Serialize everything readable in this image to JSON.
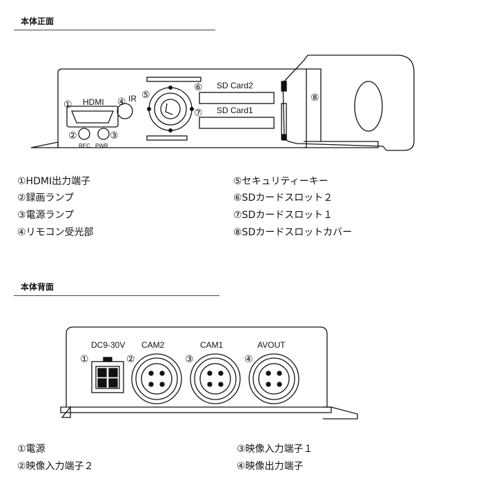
{
  "front": {
    "title": "本体正面",
    "labels": {
      "hdmi": "HDMI",
      "ir": "IR",
      "rec": "REC",
      "pwr": "PWR",
      "sd2": "SD Card2",
      "sd1": "SD Card1",
      "n1": "①",
      "n2": "②",
      "n3": "③",
      "n4": "④",
      "n5": "⑤",
      "n6": "⑥",
      "n7": "⑦",
      "n8": "⑧"
    },
    "legend": [
      "①HDMI出力端子",
      "②録画ランプ",
      "③電源ランプ",
      "④リモコン受光部",
      "⑤セキュリティーキー",
      "⑥SDカードスロット２",
      "⑦SDカードスロット１",
      "⑧SDカードスロットカバー"
    ]
  },
  "back": {
    "title": "本体背面",
    "labels": {
      "dc": "DC9-30V",
      "cam2": "CAM2",
      "cam1": "CAM1",
      "avout": "AVOUT",
      "n1": "①",
      "n2": "②",
      "n3": "③",
      "n4": "④"
    },
    "legend": [
      "①電源",
      "②映像入力端子２",
      "③映像入力端子１",
      "④映像出力端子"
    ]
  }
}
